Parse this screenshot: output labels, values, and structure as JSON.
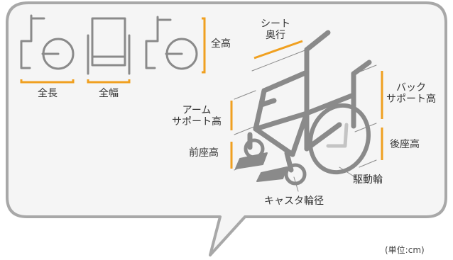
{
  "colors": {
    "bubble_fill": "#f5f5f5",
    "bubble_border": "#a8a8a8",
    "frame": "#8a8a8a",
    "accent": "#f0a020",
    "seat_line": "#c4c4c4"
  },
  "icons": [
    "wheelchair-side-icon",
    "wheelchair-front-icon",
    "wheelchair-side-small-icon",
    "wheelchair-3d-illustration"
  ],
  "labels": {
    "full_length": "全長",
    "full_width": "全幅",
    "full_height": "全高",
    "seat_depth": "シート\n奥行",
    "armrest_height": "アーム\nサポート高",
    "front_seat_height": "前座高",
    "backrest_height": "バック\nサポート高",
    "rear_seat_height": "後座高",
    "drive_wheel": "駆動輪",
    "caster_wheel": "キャスタ輪径"
  },
  "unit": "(単位:cm)"
}
